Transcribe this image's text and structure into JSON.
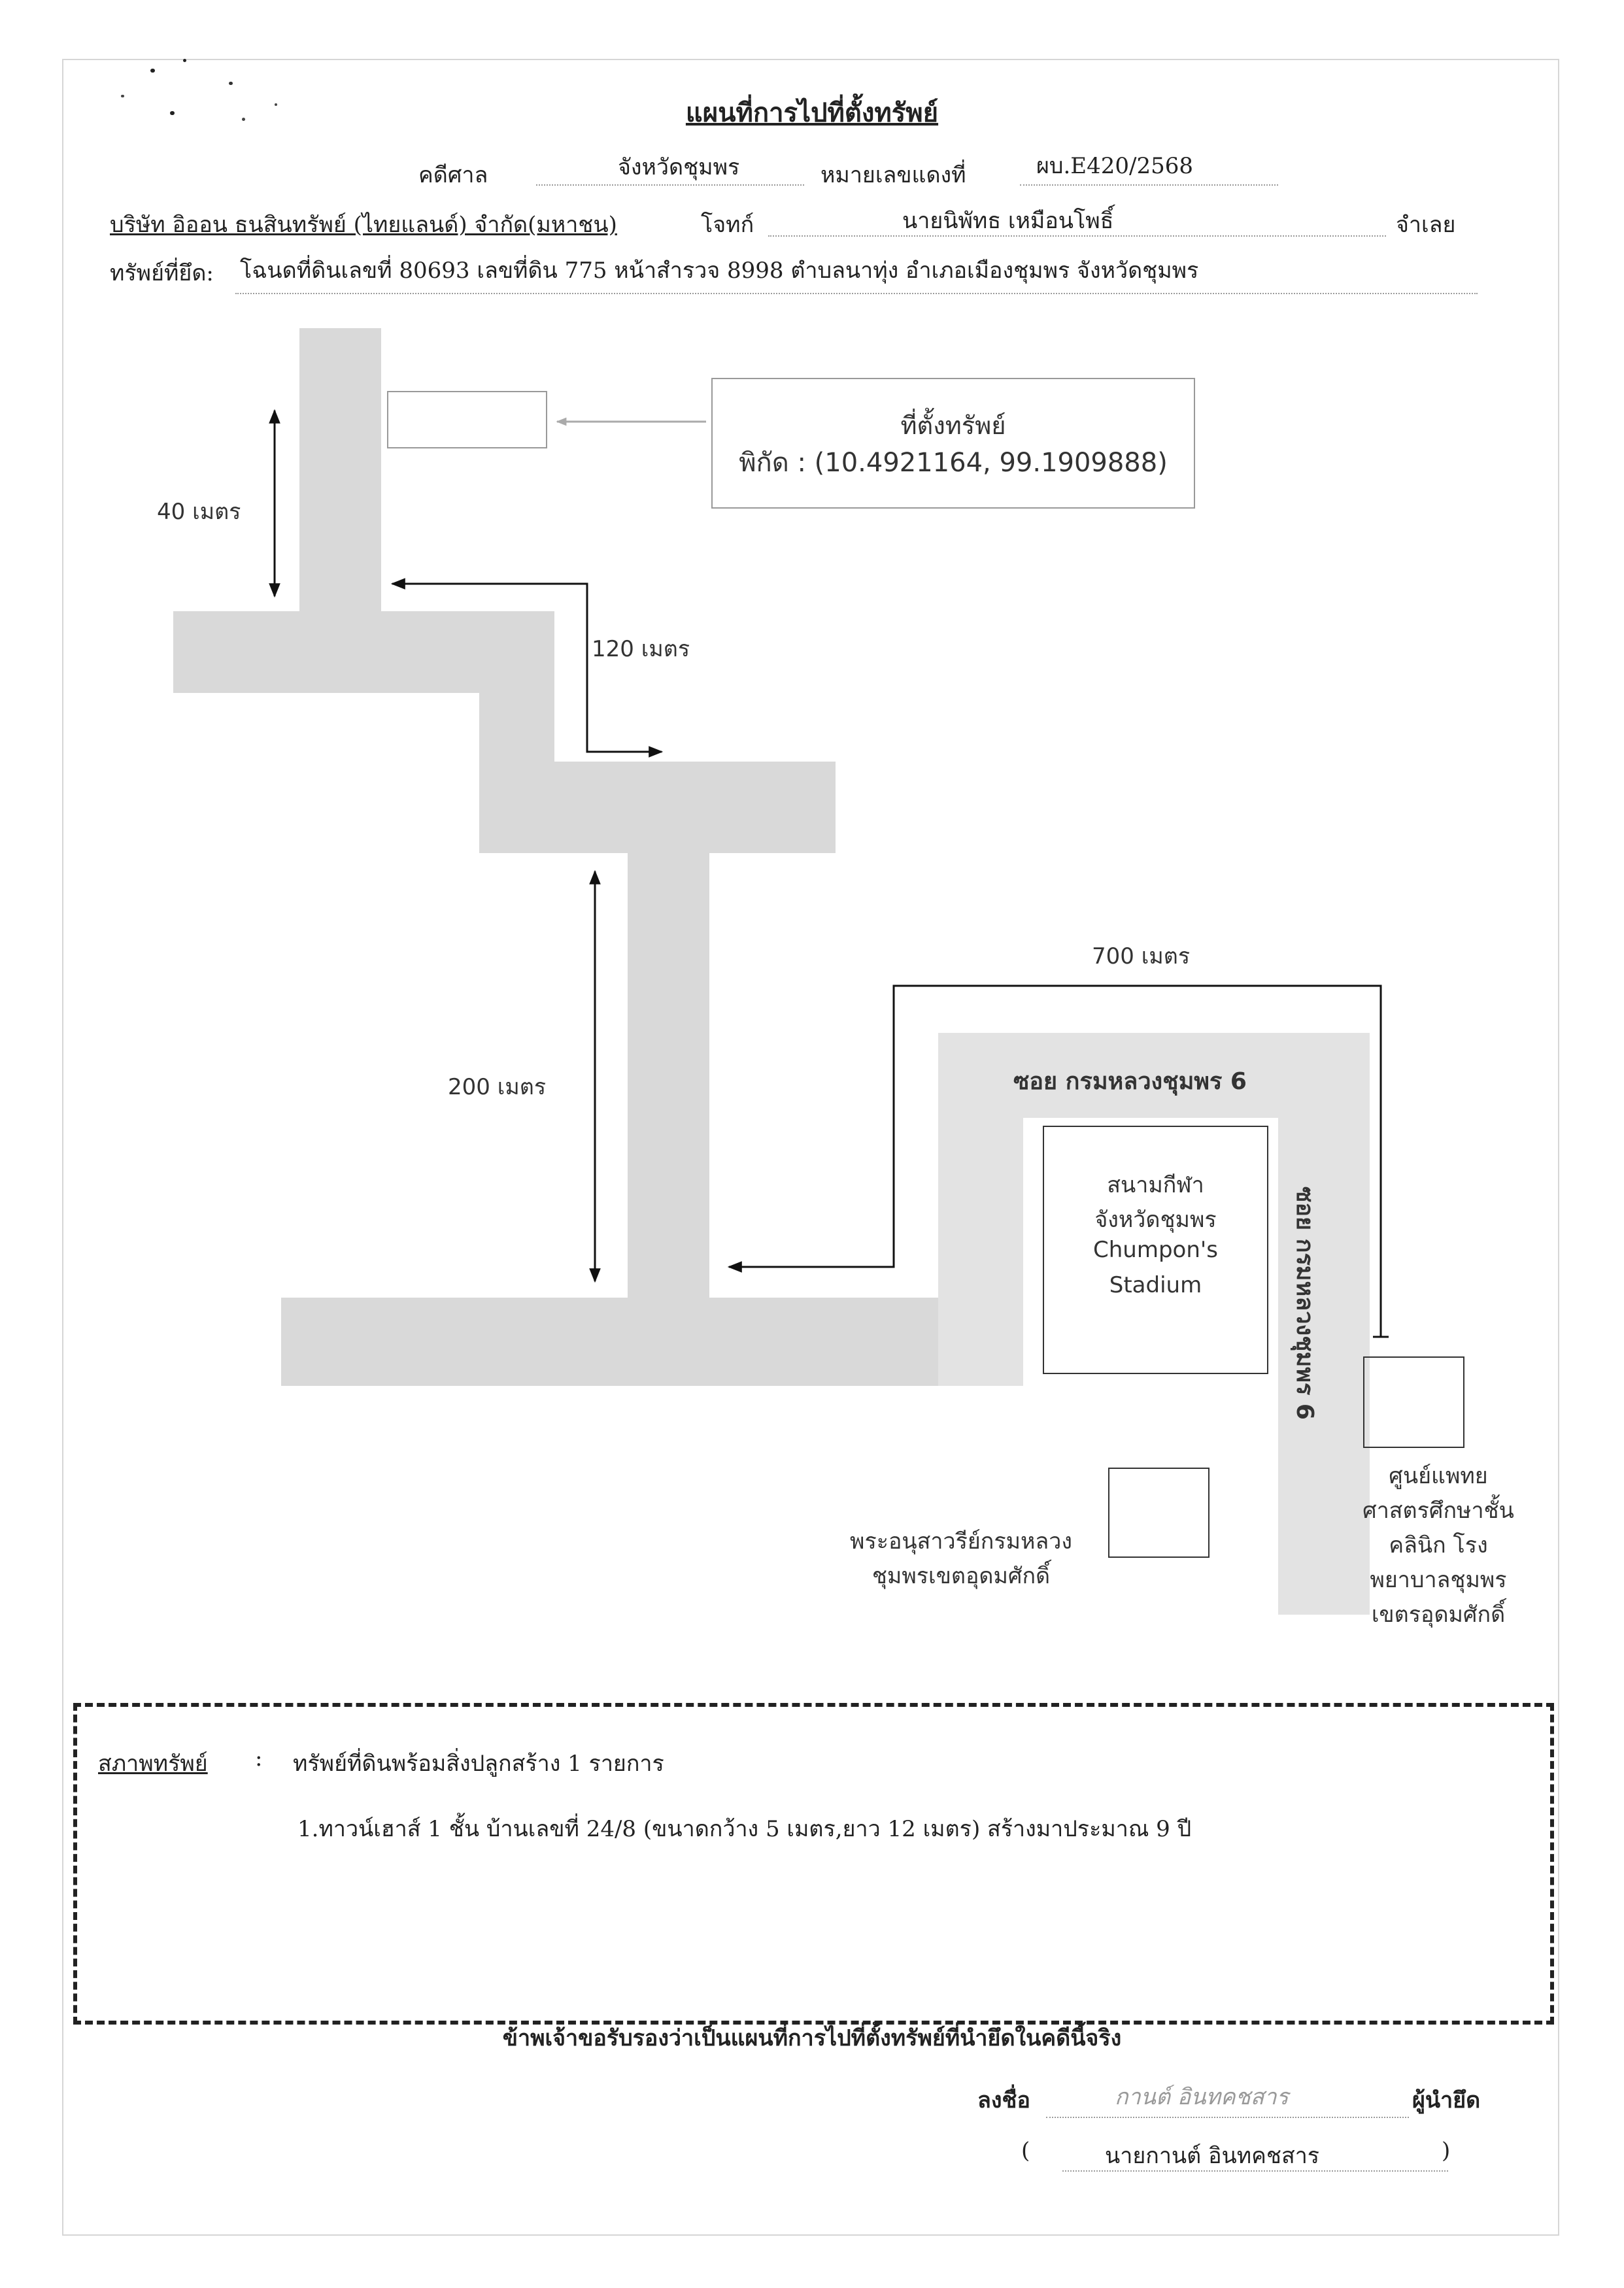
{
  "header": {
    "title": "แผนที่การไปที่ตั้งทรัพย์",
    "court_label": "คดีศาล",
    "court_value": "จังหวัดชุมพร",
    "case_no_label": "หมายเลขแดงที่",
    "case_no_value": "ผบ.E420/2568",
    "plaintiff": "บริษัท อิออน ธนสินทรัพย์ (ไทยแลนด์) จำกัด(มหาชน)",
    "plaintiff_label": "โจทก์",
    "defendant": "นายนิพัทธ เหมือนโพธิ์",
    "defendant_label": "จำเลย",
    "seized_label": "ทรัพย์ที่ยึด:",
    "seized_value": "โฉนดที่ดินเลขที่ 80693 เลขที่ดิน 775 หน้าสำรวจ 8998 ตำบลนาทุ่ง อำเภอเมืองชุมพร จังหวัดชุมพร"
  },
  "map": {
    "location_label": "ที่ตั้งทรัพย์",
    "coordinates": "พิกัด : (10.4921164, 99.1909888)",
    "dist_40": "40 เมตร",
    "dist_120": "120 เมตร",
    "dist_200": "200 เมตร",
    "dist_700": "700 เมตร",
    "soi_horizontal": "ซอย กรมหลวงชุมพร 6",
    "soi_vertical": "ซอย กรมหลวงชุมพร 6",
    "stadium_line1": "สนามกีฬา",
    "stadium_line2": "จังหวัดชุมพร",
    "stadium_line3": "Chumpon's",
    "stadium_line4": "Stadium",
    "hospital_line1": "ศูนย์แพทย",
    "hospital_line2": "ศาสตรศึกษาชั้น",
    "hospital_line3": "คลินิก โรง",
    "hospital_line4": "พยาบาลชุมพร",
    "hospital_line5": "เขตรอุดมศักดิ์",
    "monument_line1": "พระอนุสาวรีย์กรมหลวง",
    "monument_line2": "ชุมพรเขตอุดมศักดิ์"
  },
  "condition": {
    "label": "สภาพทรัพย์",
    "colon": ":",
    "summary": "ทรัพย์ที่ดินพร้อมสิ่งปลูกสร้าง 1 รายการ",
    "item1": "1.ทาวน์เฮาส์ 1 ชั้น  บ้านเลขที่ 24/8 (ขนาดกว้าง 5 เมตร,ยาว 12 เมตร) สร้างมาประมาณ 9 ปี"
  },
  "footer": {
    "certify": "ข้าพเจ้าขอรับรองว่าเป็นแผนที่การไปที่ตั้งทรัพย์ที่นำยึดในคดีนี้จริง",
    "sign_label": "ลงชื่อ",
    "signature": "กานต์ อินทคชสาร",
    "signer_role": "ผู้นำยึด",
    "open_paren": "(",
    "printed_name": "นายกานต์ อินทคชสาร",
    "close_paren": ")"
  }
}
